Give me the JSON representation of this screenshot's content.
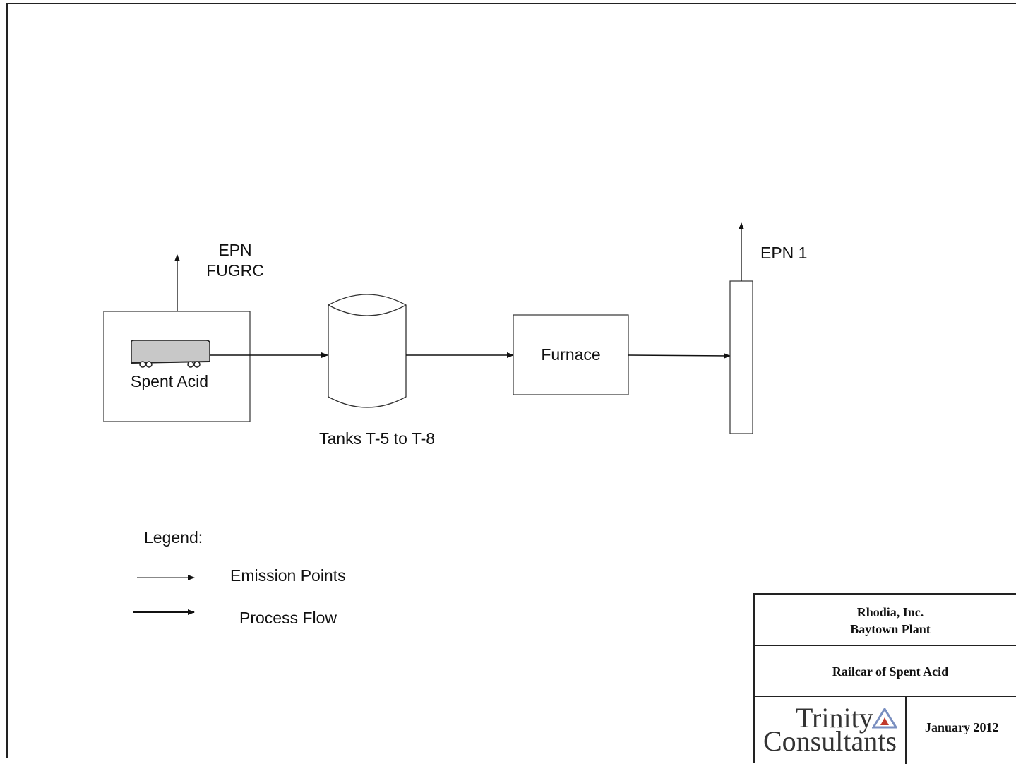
{
  "diagram": {
    "epn_fugrc": "EPN\nFUGRC",
    "epn_1": "EPN 1",
    "spent_acid": "Spent Acid",
    "furnace": "Furnace",
    "tanks": "Tanks T-5 to T-8"
  },
  "legend": {
    "title": "Legend:",
    "emission_points": "Emission Points",
    "process_flow": "Process Flow"
  },
  "title_block": {
    "company_line1": "Rhodia, Inc.",
    "company_line2": "Baytown Plant",
    "drawing_title": "Railcar of Spent Acid",
    "logo_line1": "Trinity",
    "logo_line2": "Consultants",
    "date": "January 2012",
    "logo_accent_color": "#7a8fc0"
  }
}
